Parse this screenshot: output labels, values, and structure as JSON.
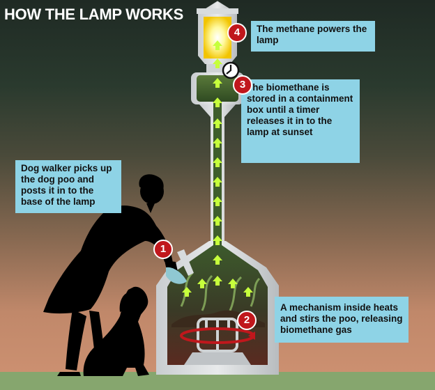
{
  "title": "HOW THE LAMP WORKS",
  "steps": [
    {
      "number": "1",
      "text": "Dog walker picks up the dog poo and posts it in to the base of the lamp"
    },
    {
      "number": "2",
      "text": "A mechanism inside heats and stirs the poo, releasing biomethane gas"
    },
    {
      "number": "3",
      "text": "The biomethane is stored in a containment box until a timer releases it in to the lamp at sunset"
    },
    {
      "number": "4",
      "text": "The methane powers the lamp"
    }
  ],
  "icons": [
    "clock-icon",
    "arrow-up-icon",
    "dog-silhouette",
    "woman-silhouette",
    "flame-icon"
  ],
  "colors": {
    "callout": "#8ed3e6",
    "badge": "#c0171c",
    "arrow": "#c6ff3c",
    "gas": "#3b5a2a",
    "lamp_glow": "#fff8a0"
  }
}
